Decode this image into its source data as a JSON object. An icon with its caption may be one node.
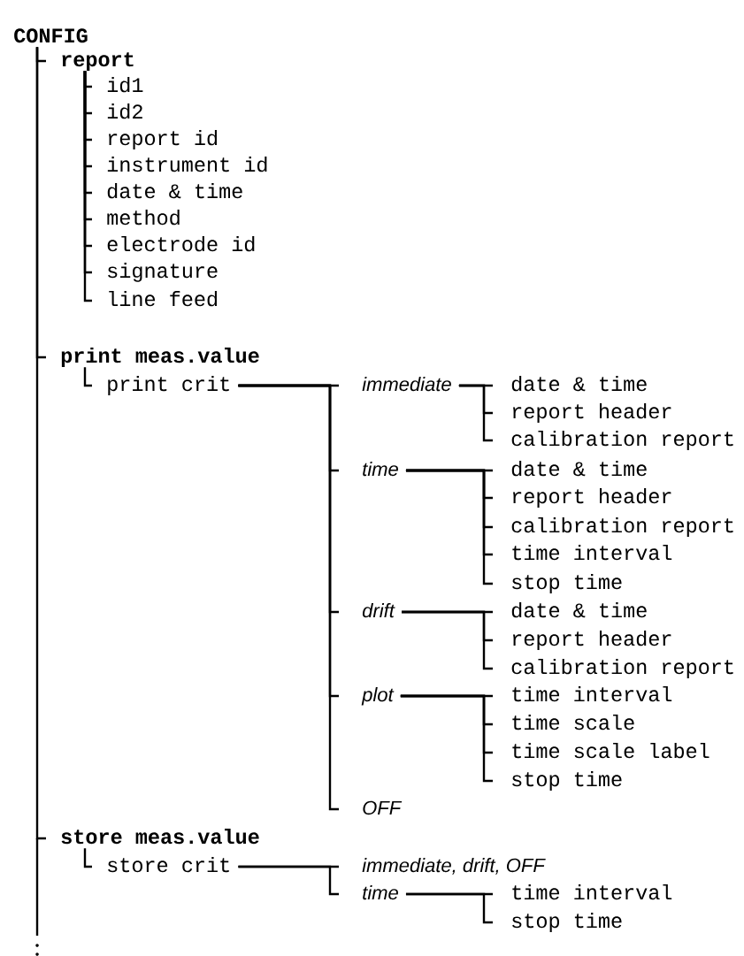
{
  "diagram": {
    "nodes": [
      {
        "text": [
          "CONFIG"
        ]
      },
      {
        "text": [
          "report"
        ]
      },
      {
        "text": [
          "id1"
        ]
      },
      {
        "text": [
          "id2"
        ]
      },
      {
        "text": [
          "report id"
        ]
      },
      {
        "text": [
          "instrument id"
        ]
      },
      {
        "text": [
          "date & time"
        ]
      },
      {
        "text": [
          "method"
        ]
      },
      {
        "text": [
          "electrode id"
        ]
      },
      {
        "text": [
          "signature"
        ]
      },
      {
        "text": [
          "line feed"
        ]
      },
      {
        "text": [
          "print meas.value"
        ]
      },
      {
        "text": [
          "print crit"
        ]
      },
      {
        "text": [
          "immediate"
        ]
      },
      {
        "text": [
          "date & time"
        ]
      },
      {
        "text": [
          "report header"
        ]
      },
      {
        "text": [
          "calibration report"
        ]
      },
      {
        "text": [
          "time"
        ]
      },
      {
        "text": [
          "date & time"
        ]
      },
      {
        "text": [
          "report header"
        ]
      },
      {
        "text": [
          "calibration report"
        ]
      },
      {
        "text": [
          "time interval"
        ]
      },
      {
        "text": [
          "stop time"
        ]
      },
      {
        "text": [
          "drift"
        ]
      },
      {
        "text": [
          "date & time"
        ]
      },
      {
        "text": [
          "report header"
        ]
      },
      {
        "text": [
          "calibration report"
        ]
      },
      {
        "text": [
          "plot"
        ]
      },
      {
        "text": [
          "time interval"
        ]
      },
      {
        "text": [
          "time scale"
        ]
      },
      {
        "text": [
          "time scale label"
        ]
      },
      {
        "text": [
          "stop time"
        ]
      },
      {
        "text": [
          "OFF"
        ]
      },
      {
        "text": [
          "store meas.value"
        ]
      },
      {
        "text": [
          "store crit"
        ]
      },
      {
        "text": [
          "immediate, drift, OFF"
        ]
      },
      {
        "text": [
          "time"
        ]
      },
      {
        "text": [
          "time interval"
        ]
      },
      {
        "text": [
          "stop time"
        ]
      }
    ],
    "edges": [
      {
        "from": 0,
        "to": 1,
        "arrow": "none"
      },
      {
        "from": 1,
        "to": 2,
        "arrow": "none"
      },
      {
        "from": 1,
        "to": 3,
        "arrow": "none"
      },
      {
        "from": 1,
        "to": 4,
        "arrow": "none"
      },
      {
        "from": 1,
        "to": 5,
        "arrow": "none"
      },
      {
        "from": 1,
        "to": 6,
        "arrow": "none"
      },
      {
        "from": 1,
        "to": 7,
        "arrow": "none"
      },
      {
        "from": 1,
        "to": 8,
        "arrow": "none"
      },
      {
        "from": 1,
        "to": 9,
        "arrow": "none"
      },
      {
        "from": 1,
        "to": 10,
        "arrow": "none"
      },
      {
        "from": 0,
        "to": 11,
        "arrow": "none"
      },
      {
        "from": 11,
        "to": 12,
        "arrow": "none"
      },
      {
        "from": 12,
        "to": 13,
        "arrow": "none"
      },
      {
        "from": 13,
        "to": 14,
        "arrow": "none"
      },
      {
        "from": 13,
        "to": 15,
        "arrow": "none"
      },
      {
        "from": 13,
        "to": 16,
        "arrow": "none"
      },
      {
        "from": 12,
        "to": 17,
        "arrow": "none"
      },
      {
        "from": 17,
        "to": 18,
        "arrow": "none"
      },
      {
        "from": 17,
        "to": 19,
        "arrow": "none"
      },
      {
        "from": 17,
        "to": 20,
        "arrow": "none"
      },
      {
        "from": 17,
        "to": 21,
        "arrow": "none"
      },
      {
        "from": 17,
        "to": 22,
        "arrow": "none"
      },
      {
        "from": 12,
        "to": 23,
        "arrow": "none"
      },
      {
        "from": 23,
        "to": 24,
        "arrow": "none"
      },
      {
        "from": 23,
        "to": 25,
        "arrow": "none"
      },
      {
        "from": 23,
        "to": 26,
        "arrow": "none"
      },
      {
        "from": 12,
        "to": 27,
        "arrow": "none"
      },
      {
        "from": 27,
        "to": 28,
        "arrow": "none"
      },
      {
        "from": 27,
        "to": 29,
        "arrow": "none"
      },
      {
        "from": 27,
        "to": 30,
        "arrow": "none"
      },
      {
        "from": 27,
        "to": 31,
        "arrow": "none"
      },
      {
        "from": 12,
        "to": 32,
        "arrow": "none"
      },
      {
        "from": 0,
        "to": 33,
        "arrow": "none"
      },
      {
        "from": 33,
        "to": 34,
        "arrow": "none"
      },
      {
        "from": 34,
        "to": 35,
        "arrow": "none"
      },
      {
        "from": 34,
        "to": 36,
        "arrow": "none"
      },
      {
        "from": 36,
        "to": 37,
        "arrow": "none"
      },
      {
        "from": 36,
        "to": 38,
        "arrow": "none"
      }
    ]
  }
}
